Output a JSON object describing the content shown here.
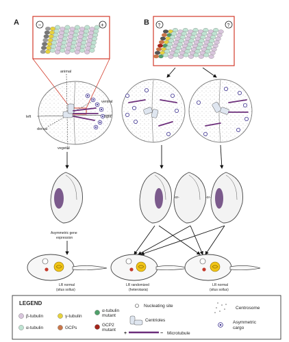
{
  "panels": {
    "a": "A",
    "b": "B"
  },
  "polarity": {
    "minus": "−",
    "plus": "+",
    "unknown": "?"
  },
  "axes": {
    "animal": "animal",
    "vegetal": "vegetal",
    "left": "left",
    "right": "right",
    "dorsal": "dorsal",
    "ventral": "ventral"
  },
  "or_label": "-or-",
  "captions": {
    "asymmetric_line1": "Asymmetric gene",
    "asymmetric_line2": "expression",
    "normal_a_line1": "LR normal",
    "normal_a_line2": "(situs sollus)",
    "randomized_line1": "LR randomized",
    "randomized_line2": "(heterotaxia)",
    "normal_b_line1": "LR normal",
    "normal_b_line2": "(situs sollus)"
  },
  "legend": {
    "title": "LEGEND",
    "items": {
      "beta_tubulin": "β-tubulin",
      "gamma_tubulin": "γ-tubulin",
      "alpha_mutant_1": "α-tubulin",
      "alpha_mutant_2": "mutant",
      "nucleating": "Nucleating site",
      "centrosome": "Centrosome",
      "alpha_tubulin": "α-tubulin",
      "gcps": "GCPs",
      "gcp2_mutant_1": "GCP2",
      "gcp2_mutant_2": "mutant",
      "centrioles": "Centrioles",
      "microtubule": "Microtubule",
      "cargo_1": "Asymmetric",
      "cargo_2": "cargo"
    }
  },
  "colors": {
    "beta_tubulin": "#d9c6dd",
    "alpha_tubulin": "#bfe3d2",
    "gamma_tubulin": "#e6d23c",
    "gcps": "#c9774a",
    "alpha_mutant": "#4fa06a",
    "gcp2_mutant": "#a3241a",
    "microtubule": "#6b2d7a",
    "cargo": "#3a2f8f",
    "red_frame": "#d33a2a",
    "gene_expression": "#7b5a8c",
    "heart_red": "#c33a2c",
    "gut_yellow": "#f0c417"
  }
}
